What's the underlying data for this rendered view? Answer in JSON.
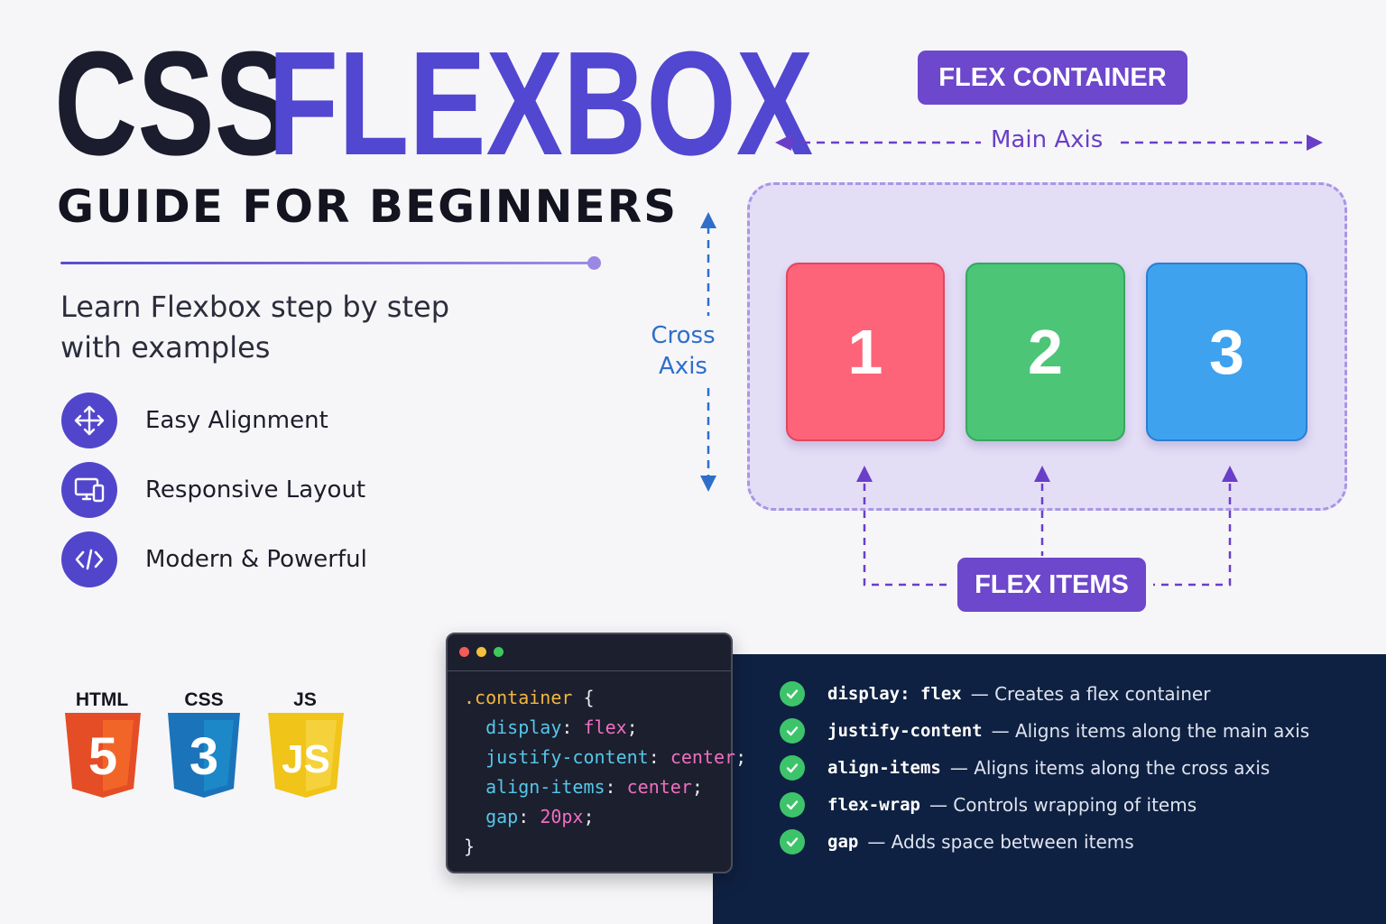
{
  "title": {
    "word1": "CSS",
    "word2": "FLEXBOX",
    "subtitle": "GUIDE FOR BEGINNERS"
  },
  "tagline": {
    "line1": "Learn Flexbox step by step",
    "line2": "with examples"
  },
  "features": [
    {
      "icon": "move-arrows-icon",
      "label": "Easy Alignment"
    },
    {
      "icon": "devices-icon",
      "label": "Responsive Layout"
    },
    {
      "icon": "code-icon",
      "label": "Modern & Powerful"
    }
  ],
  "tech_logos": [
    {
      "label": "HTML",
      "glyph": "5",
      "color": "#e8562a"
    },
    {
      "label": "CSS",
      "glyph": "3",
      "color": "#2368c6"
    },
    {
      "label": "JS",
      "glyph": "JS",
      "color": "#f2c318"
    }
  ],
  "diagram": {
    "container_label": "FLEX CONTAINER",
    "main_axis_label": "Main Axis",
    "cross_axis_line1": "Cross",
    "cross_axis_line2": "Axis",
    "items_label": "FLEX ITEMS",
    "items": [
      {
        "label": "1",
        "color": "#fd6479"
      },
      {
        "label": "2",
        "color": "#4cc577"
      },
      {
        "label": "3",
        "color": "#3ea2ef"
      }
    ]
  },
  "code": {
    "selector": ".container",
    "open_brace": "{",
    "close_brace": "}",
    "lines": [
      {
        "prop": "display",
        "value": "flex"
      },
      {
        "prop": "justify-content",
        "value": "center"
      },
      {
        "prop": "align-items",
        "value": "center"
      },
      {
        "prop": "gap",
        "value": "20px"
      }
    ]
  },
  "checklist": [
    {
      "code": "display: flex",
      "desc": "— Creates a flex container"
    },
    {
      "code": "justify-content",
      "desc": "— Aligns items along the main axis"
    },
    {
      "code": "align-items",
      "desc": "— Aligns items along the cross axis"
    },
    {
      "code": "flex-wrap",
      "desc": "— Controls wrapping of items"
    },
    {
      "code": "gap",
      "desc": "— Adds space between items"
    }
  ],
  "colors": {
    "accent": "#5147d0",
    "pill": "#6d47cc",
    "dark_panel": "#0f2142",
    "check": "#3dc46b"
  }
}
